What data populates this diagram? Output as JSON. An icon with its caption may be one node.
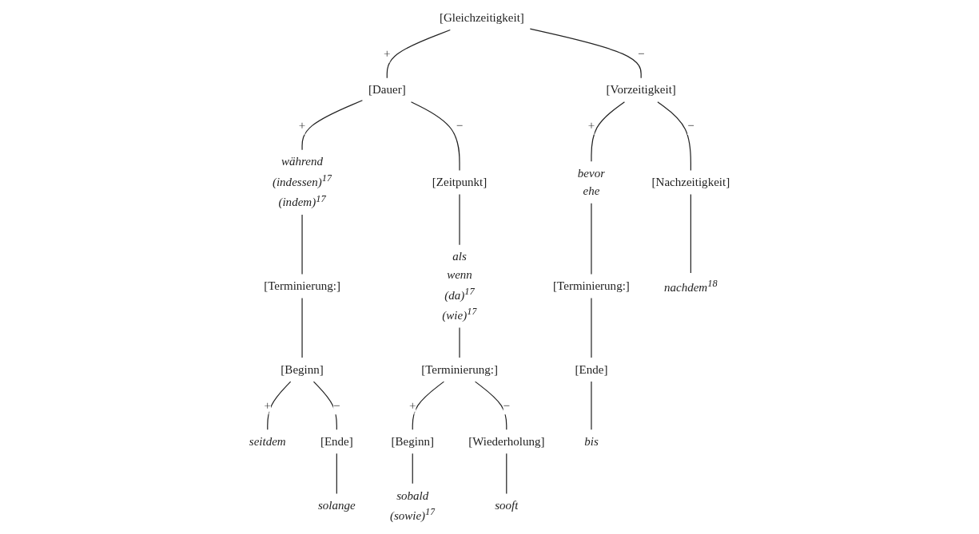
{
  "diagram": {
    "nodes": [
      {
        "text": [
          "[Gleichzeitigkeit]"
        ]
      },
      {
        "text": [
          "[Dauer]"
        ]
      },
      {
        "text": [
          "[Vorzeitigkeit]"
        ]
      },
      {
        "text": [
          "während",
          "(indessen)$^{17}$",
          "(indem)$^{17}$"
        ]
      },
      {
        "text": [
          "[Zeitpunkt]"
        ]
      },
      {
        "text": [
          "bevor",
          "ehe"
        ]
      },
      {
        "text": [
          "[Nachzeitigkeit]"
        ]
      },
      {
        "text": [
          "[Terminierung:]"
        ]
      },
      {
        "text": [
          "als",
          "wenn",
          "(da)$^{17}$",
          "(wie)$^{17}$"
        ]
      },
      {
        "text": [
          "[Terminierung:]"
        ]
      },
      {
        "text": [
          "nachdem$^{18}$"
        ]
      },
      {
        "text": [
          "[Beginn]"
        ]
      },
      {
        "text": [
          "[Terminierung:]"
        ]
      },
      {
        "text": [
          "[Ende]"
        ]
      },
      {
        "text": [
          "seitdem"
        ]
      },
      {
        "text": [
          "[Ende]"
        ]
      },
      {
        "text": [
          "[Beginn]"
        ]
      },
      {
        "text": [
          "[Wiederholung]"
        ]
      },
      {
        "text": [
          "bis"
        ]
      },
      {
        "text": [
          "solange"
        ]
      },
      {
        "text": [
          "sobald",
          "(sowie)$^{17}$"
        ]
      },
      {
        "text": [
          "sooft"
        ]
      }
    ],
    "edges": [
      {
        "from": 0,
        "to": 1,
        "arrow": "none",
        "label": "+"
      },
      {
        "from": 0,
        "to": 2,
        "arrow": "none",
        "label": "−"
      },
      {
        "from": 1,
        "to": 3,
        "arrow": "none",
        "label": "+"
      },
      {
        "from": 1,
        "to": 4,
        "arrow": "none",
        "label": "−"
      },
      {
        "from": 2,
        "to": 5,
        "arrow": "none",
        "label": "+"
      },
      {
        "from": 2,
        "to": 6,
        "arrow": "none",
        "label": "−"
      },
      {
        "from": 3,
        "to": 7,
        "arrow": "none"
      },
      {
        "from": 4,
        "to": 8,
        "arrow": "none"
      },
      {
        "from": 5,
        "to": 9,
        "arrow": "none"
      },
      {
        "from": 6,
        "to": 10,
        "arrow": "none"
      },
      {
        "from": 7,
        "to": 11,
        "arrow": "none"
      },
      {
        "from": 8,
        "to": 12,
        "arrow": "none"
      },
      {
        "from": 9,
        "to": 13,
        "arrow": "none"
      },
      {
        "from": 11,
        "to": 14,
        "arrow": "none",
        "label": "+"
      },
      {
        "from": 11,
        "to": 15,
        "arrow": "none",
        "label": "−"
      },
      {
        "from": 12,
        "to": 16,
        "arrow": "none",
        "label": "+"
      },
      {
        "from": 12,
        "to": 17,
        "arrow": "none",
        "label": "−"
      },
      {
        "from": 13,
        "to": 18,
        "arrow": "none"
      },
      {
        "from": 15,
        "to": 19,
        "arrow": "none"
      },
      {
        "from": 16,
        "to": 20,
        "arrow": "none"
      },
      {
        "from": 17,
        "to": 21,
        "arrow": "none"
      }
    ]
  }
}
